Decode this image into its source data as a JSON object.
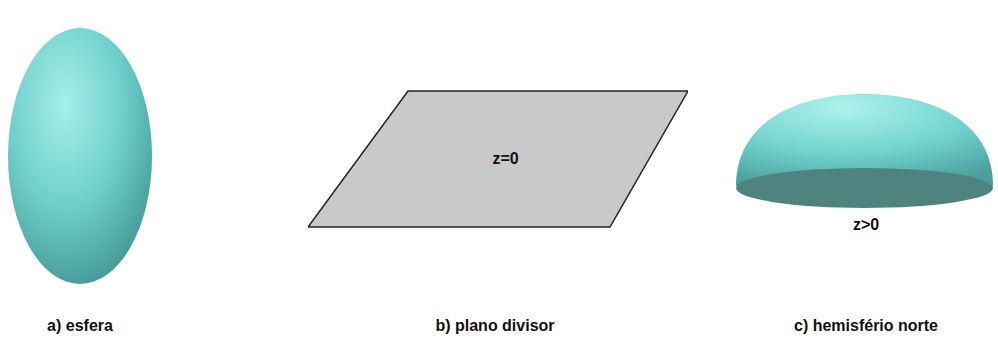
{
  "diagram": {
    "nodes": [
      {
        "text": [
          "z=0"
        ]
      }
    ],
    "labels": [
      "z>0",
      "a) esfera",
      "b) plano divisor",
      "c) hemisfério norte"
    ]
  }
}
